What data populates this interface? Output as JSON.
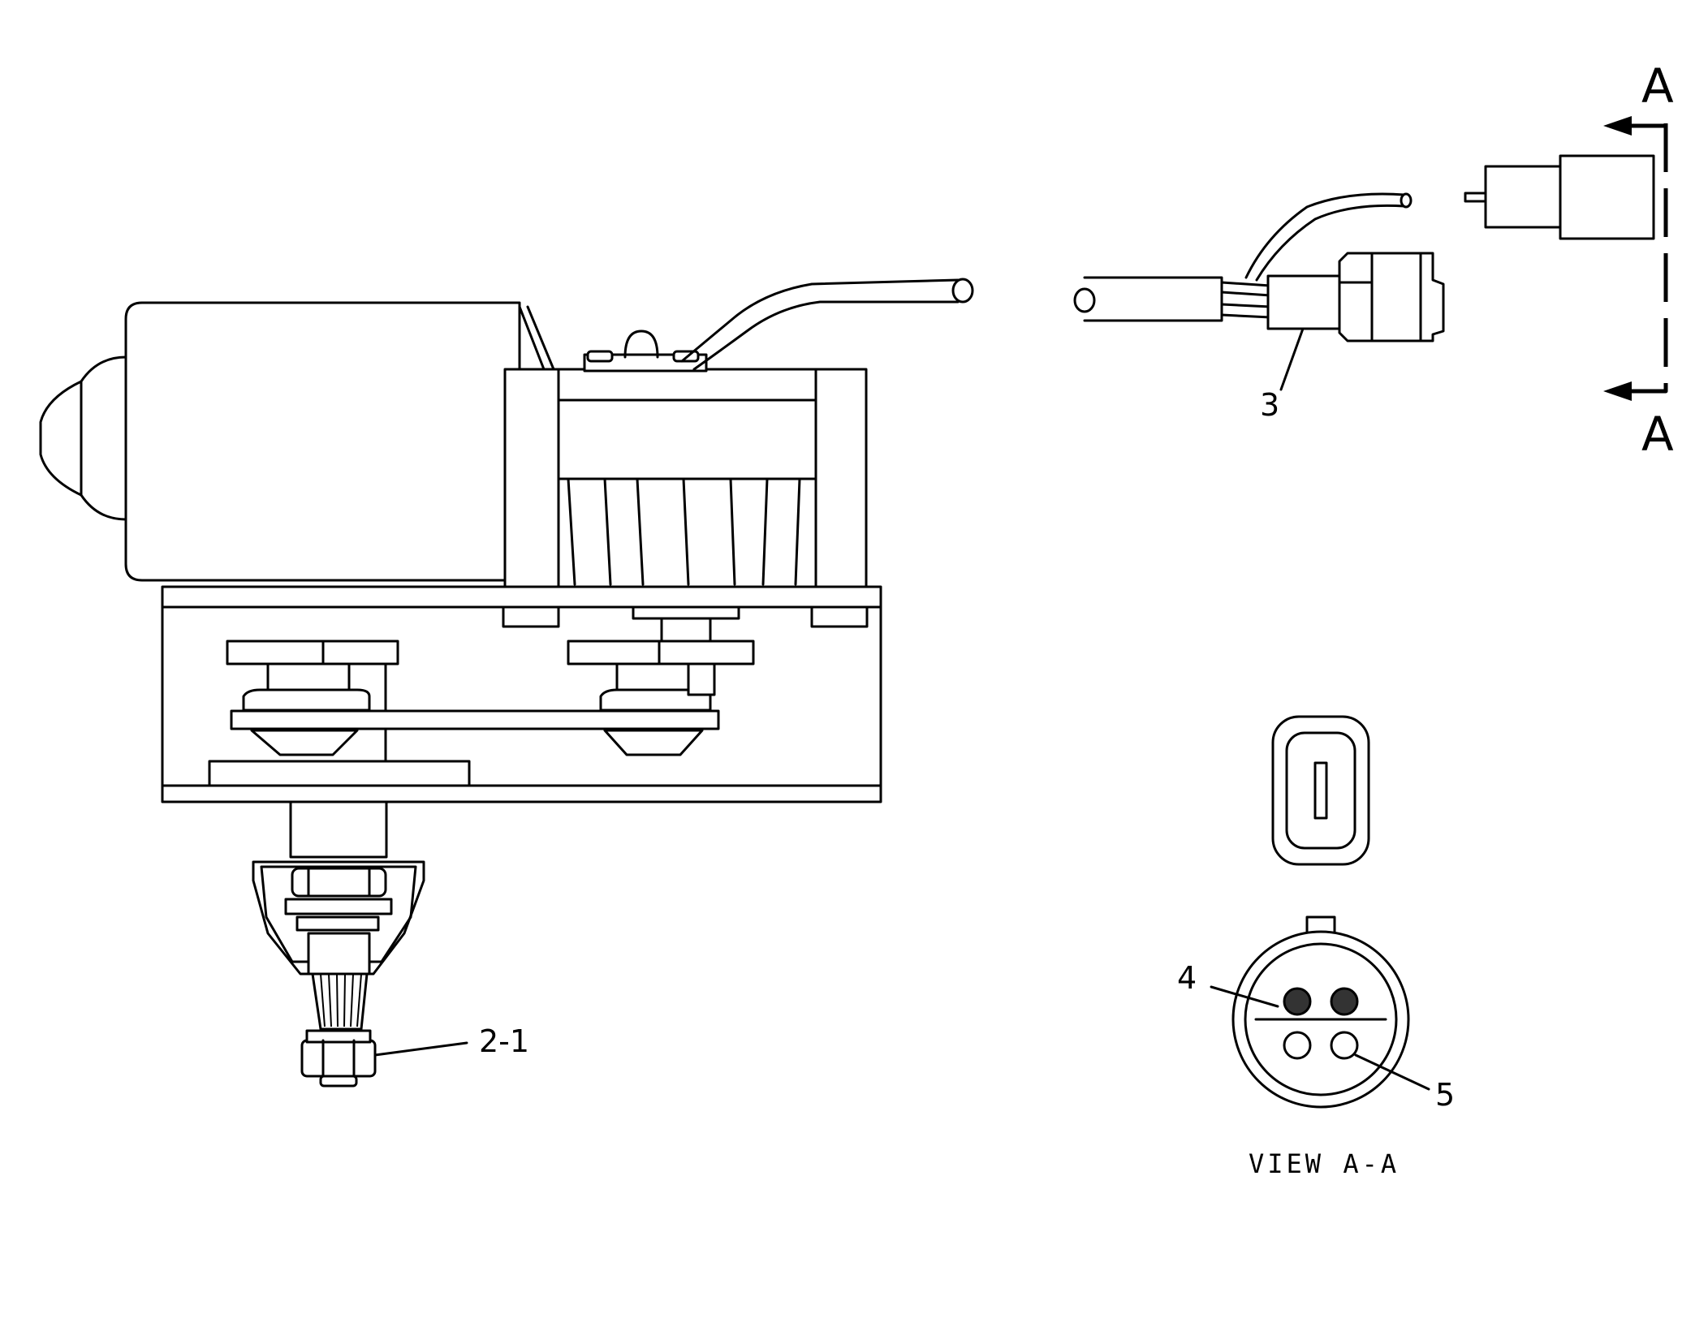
{
  "callouts": {
    "c21": "2-1",
    "c3": "3",
    "c4": "4",
    "c5": "5"
  },
  "section": {
    "top_letter": "A",
    "bottom_letter": "A",
    "view_label": "VIEW A-A"
  }
}
